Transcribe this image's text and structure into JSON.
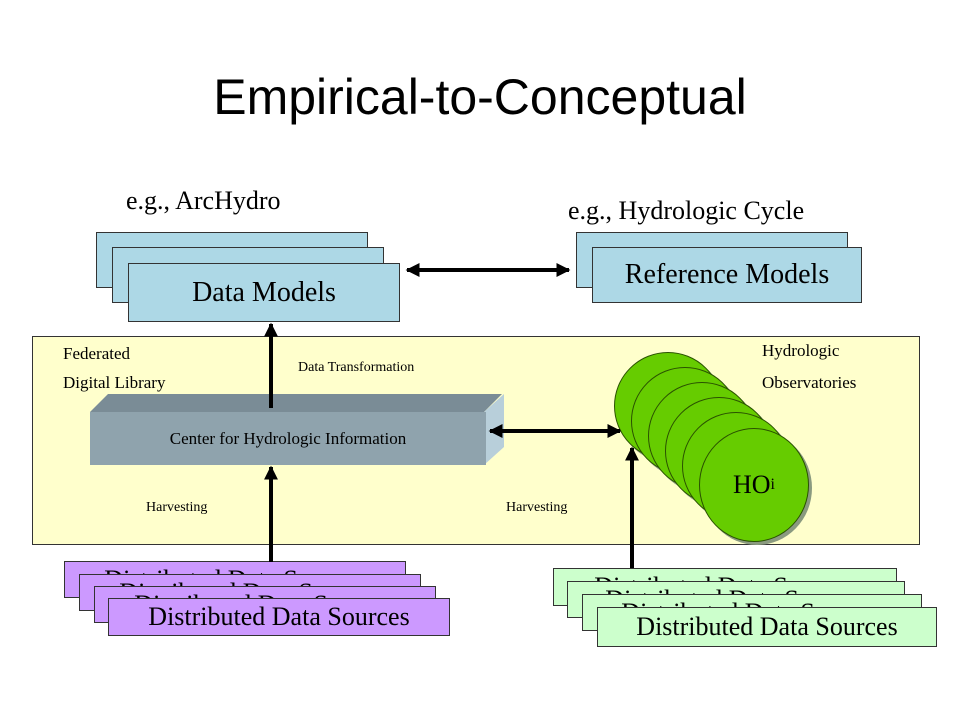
{
  "title": "Empirical-to-Conceptual",
  "data_models": {
    "example": "e.g., ArcHydro",
    "label": "Data Models"
  },
  "reference_models": {
    "example": "e.g., Hydrologic Cycle",
    "label": "Reference Models"
  },
  "library": {
    "label_line1": "Federated",
    "label_line2": "Digital Library",
    "transformation_label": "Data Transformation",
    "center_label": "Center for Hydrologic Information",
    "harvesting_left": "Harvesting",
    "harvesting_right": "Harvesting"
  },
  "observatories": {
    "label_line1": "Hydrologic",
    "label_line2": "Observatories",
    "item_label": "HO",
    "item_subscript": "i"
  },
  "sources": {
    "left_stack": [
      "Distributed Data Sources",
      "Distributed Data Sources",
      "Distributed Data Sources",
      "Distributed Data Sources"
    ],
    "right_stack": [
      "Distributed Data Sources",
      "Distributed Data Sources",
      "Distributed Data Sources",
      "Distributed Data Sources"
    ]
  },
  "colors": {
    "models": "#add8e6",
    "library_bg": "#ffffcc",
    "center": "#8fa3ad",
    "observatory": "#66cc00",
    "sources_left": "#cc99ff",
    "sources_right": "#ccffcc"
  }
}
